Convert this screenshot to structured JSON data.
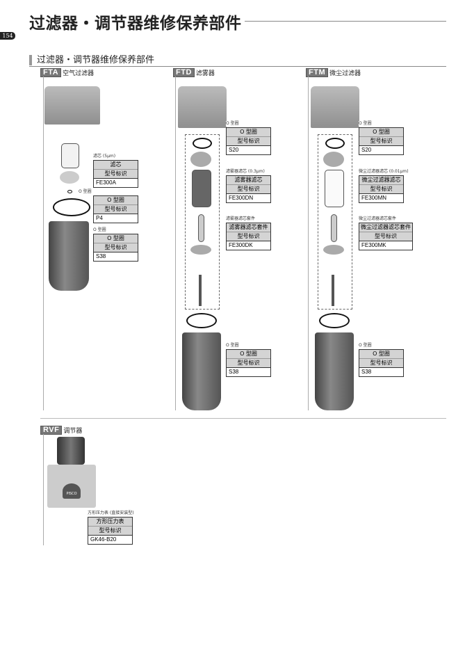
{
  "title": "过滤器・调节器维修保养部件",
  "page_number": "154",
  "section_title": "过滤器・调节器维修保养部件",
  "groups": [
    {
      "code": "FTA",
      "name": "空气过滤器"
    },
    {
      "code": "FTD",
      "name": "滤雾器"
    },
    {
      "code": "FTM",
      "name": "微尘过滤器"
    },
    {
      "code": "RVF",
      "name": "调节器"
    }
  ],
  "parts": [
    {
      "label": "滤芯 (5μm)",
      "name": "滤芯",
      "row2": "型号标识",
      "model": "FE300A"
    },
    {
      "label": "O 型圈",
      "name": "O 型圈",
      "row2": "型号标识",
      "model": "P4"
    },
    {
      "label": "O 型圈",
      "name": "O 型圈",
      "row2": "型号标识",
      "model": "S38"
    },
    {
      "label": "O 型圈",
      "name": "O 型圈",
      "row2": "型号标识",
      "model": "S20"
    },
    {
      "label": "滤雾器滤芯 (0.3μm)",
      "name": "滤雾器滤芯",
      "row2": "型号标识",
      "model": "FE300DN"
    },
    {
      "label": "滤雾器滤芯套件",
      "name": "滤雾器滤芯套件",
      "row2": "型号标识",
      "model": "FE300DK"
    },
    {
      "label": "O 型圈",
      "name": "O 型圈",
      "row2": "型号标识",
      "model": "S38"
    },
    {
      "label": "O 型圈",
      "name": "O 型圈",
      "row2": "型号标识",
      "model": "S20"
    },
    {
      "label": "微尘过滤器滤芯 (0.01μm)",
      "name": "微尘过滤器滤芯",
      "row2": "型号标识",
      "model": "FE300MN"
    },
    {
      "label": "微尘过滤器滤芯套件",
      "name": "微尘过滤器滤芯套件",
      "row2": "型号标识",
      "model": "FE300MK"
    },
    {
      "label": "O 型圈",
      "name": "O 型圈",
      "row2": "型号标识",
      "model": "S38"
    },
    {
      "label": "方形压力表 (直接安装型)",
      "name": "方形压力表",
      "row2": "型号标识",
      "model": "GK46-B20"
    }
  ],
  "gauge_brand": "PISCO"
}
